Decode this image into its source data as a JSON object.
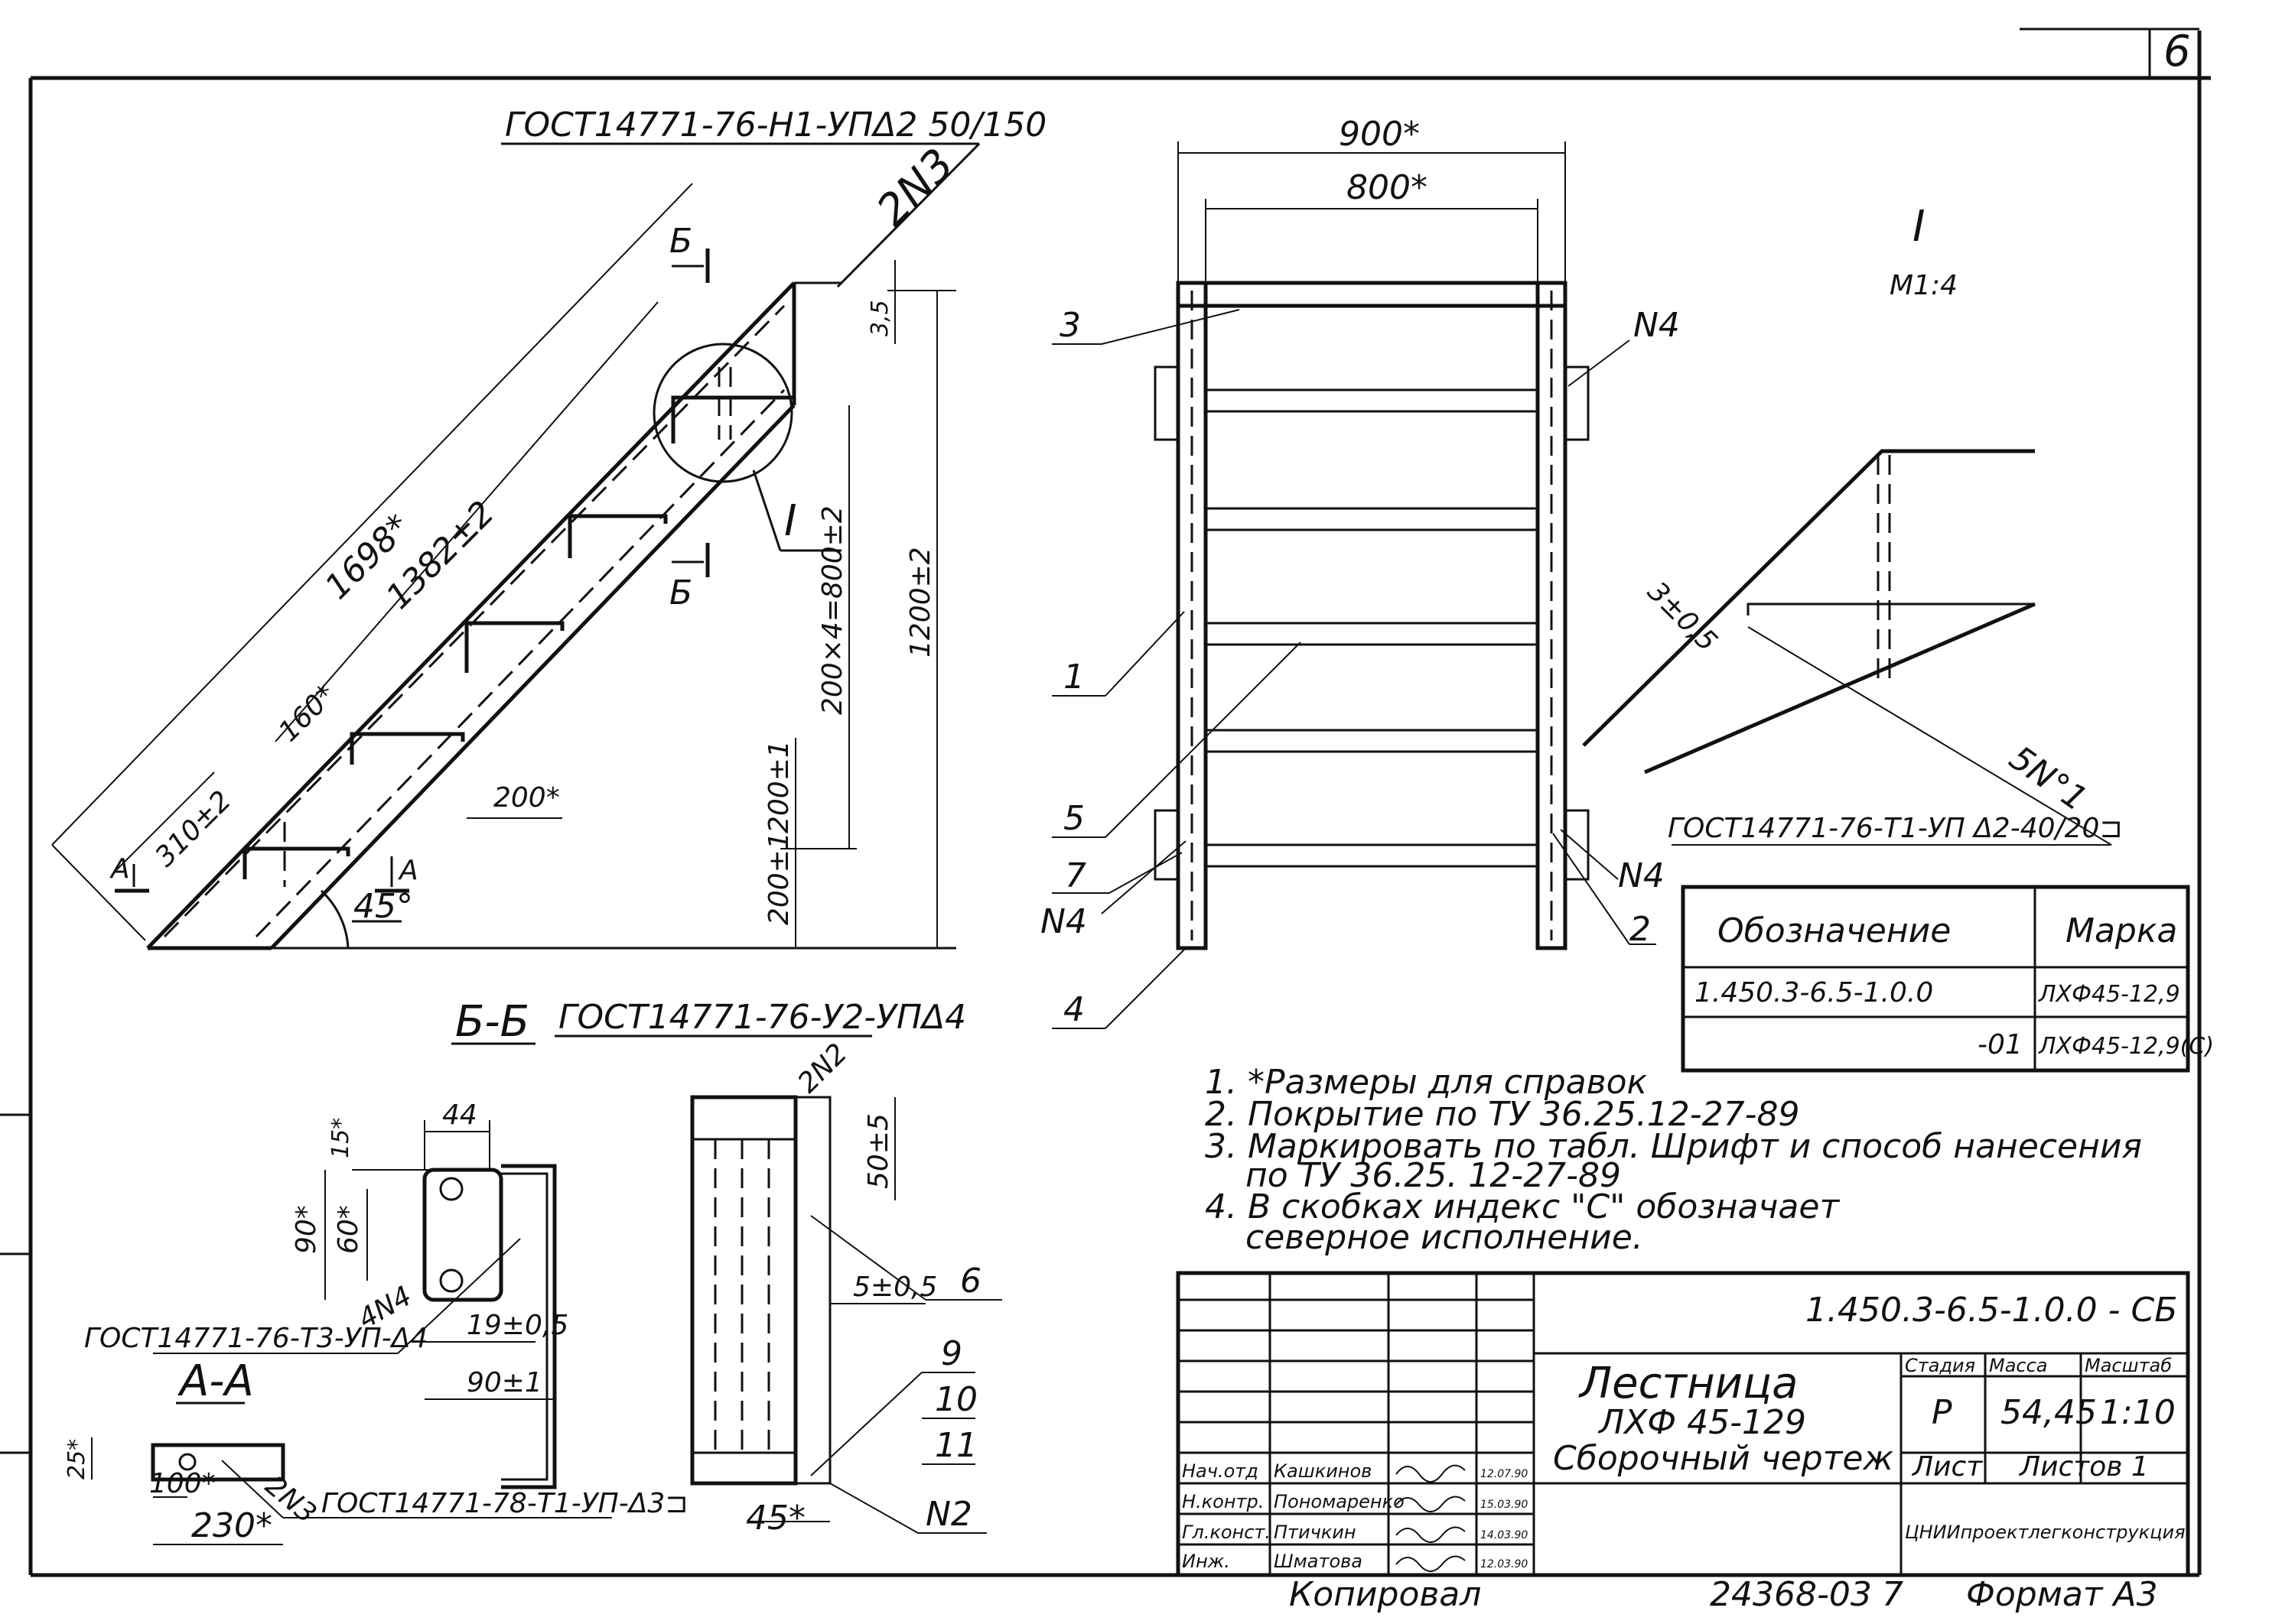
{
  "sheet": {
    "page_number": "6",
    "footer_left": "Копировал",
    "footer_middle": "24368-03",
    "footer_mid_num": "7",
    "footer_right": "Формат А3"
  },
  "main_view": {
    "gost_top": "ГОСТ14771-76-Н1-УПΔ2 50/150",
    "weld_2n3": "2N3",
    "dim_1698": "1698*",
    "dim_1382": "1382±2",
    "dim_160": "160*",
    "dim_310": "310±2",
    "dim_200_step": "200*",
    "dim_200_1a": "200±1",
    "dim_200_1b": "200±1",
    "dim_200x4": "200×4=800±2",
    "dim_1200": "1200±2",
    "dim_3_5": "3,5",
    "angle": "45°",
    "section_b_top": "Б",
    "section_b_bottom": "Б",
    "section_a_left": "А",
    "section_a_right": "А",
    "detail_ref": "I"
  },
  "front_view": {
    "dim_900": "900*",
    "dim_800": "800*",
    "callouts": [
      "3",
      "1",
      "5",
      "7",
      "4",
      "2"
    ],
    "n4_right_top": "N4",
    "n4_right_bottom": "N4",
    "n4_left": "N4"
  },
  "detail_view": {
    "title": "I",
    "scale": "М1:4",
    "dim_3": "3±0,5",
    "weld": "5N°1",
    "gost": "ГОСТ14771-76-Т1-УП Δ2-40/20⊐"
  },
  "marking_table": {
    "header_designation": "Обозначение",
    "header_mark": "Марка",
    "rows": [
      {
        "designation": "1.450.3-6.5-1.0.0",
        "mark": "ЛХФ45-12,9"
      },
      {
        "designation": "-01",
        "mark": "ЛХФ45-12,9(С)"
      }
    ]
  },
  "notes": [
    "1. *Размеры для справок",
    "2. Покрытие по ТУ 36.25.12-27-89",
    "3. Маркировать по табл. Шрифт и способ нанесения",
    "по ТУ 36.25. 12-27-89",
    "4. В скобках индекс \"С\" обозначает",
    "северное исполнение."
  ],
  "section_bb": {
    "title": "Б-Б",
    "gost": "ГОСТ14771-76-У2-УПΔ4",
    "dim_44": "44",
    "dim_15": "15*",
    "dim_90": "90*",
    "dim_60": "60*",
    "dim_19": "19±0,5",
    "dim_90_1": "90±1",
    "weld_4n4": "4N4",
    "gost_t3": "ГОСТ14771-76-Т3-УП-Δ4"
  },
  "section_aa": {
    "title": "А-А",
    "dim_25": "25*",
    "dim_100": "100*",
    "dim_230": "230*",
    "weld": "2N3",
    "gost": "ГОСТ14771-78-Т1-УП-Δ3⊐"
  },
  "side_section": {
    "weld": "2N2",
    "dim_50": "50±5",
    "dim_5": "5±0,5",
    "dim_45": "45*",
    "callouts": [
      "6",
      "9",
      "10",
      "11",
      "N2"
    ]
  },
  "title_block": {
    "doc_code": "1.450.3-6.5-1.0.0 - СБ",
    "name_line1": "Лестница",
    "name_line2": "ЛХФ 45-129",
    "name_line3": "Сборочный чертеж",
    "stage_label": "Стадия",
    "mass_label": "Масса",
    "scale_label": "Масштаб",
    "stage": "Р",
    "mass": "54,45",
    "scale": "1:10",
    "sheet_label": "Лист",
    "sheets_label": "Листов 1",
    "org": "ЦНИИпроектлегконструкция",
    "staff": [
      {
        "role": "Нач.отд",
        "name": "Кашкинов",
        "date": "12.07.90"
      },
      {
        "role": "Н.контр.",
        "name": "Пономаренко",
        "date": "15.03.90"
      },
      {
        "role": "Гл.конст.",
        "name": "Птичкин",
        "date": "14.03.90"
      },
      {
        "role": "Инж.",
        "name": "Шматова",
        "date": "12.03.90"
      }
    ]
  }
}
